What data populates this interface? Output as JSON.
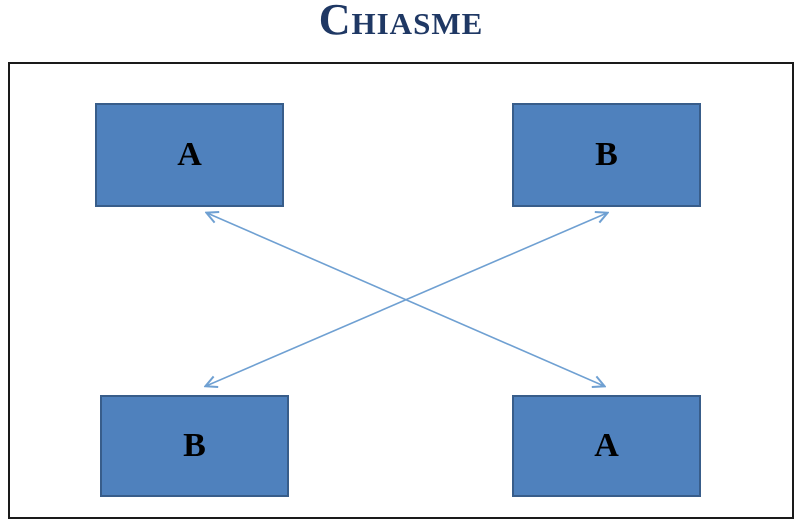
{
  "title": "Chiasme",
  "diagram": {
    "boxes": [
      {
        "id": "top-left",
        "label": "A"
      },
      {
        "id": "top-right",
        "label": "B"
      },
      {
        "id": "bottom-left",
        "label": "B"
      },
      {
        "id": "bottom-right",
        "label": "A"
      }
    ],
    "arrows": [
      {
        "id": "arrow-a-to-a",
        "from": "top-left",
        "to": "bottom-right",
        "double_headed": true
      },
      {
        "id": "arrow-b-to-b",
        "from": "top-right",
        "to": "bottom-left",
        "double_headed": true
      }
    ],
    "colors": {
      "title_text": "#1F3864",
      "box_fill": "#4F81BD",
      "box_border": "#385D8A",
      "arrow": "#6FA0D2",
      "frame_border": "#1A1A1A",
      "letter_text": "#000000"
    }
  }
}
